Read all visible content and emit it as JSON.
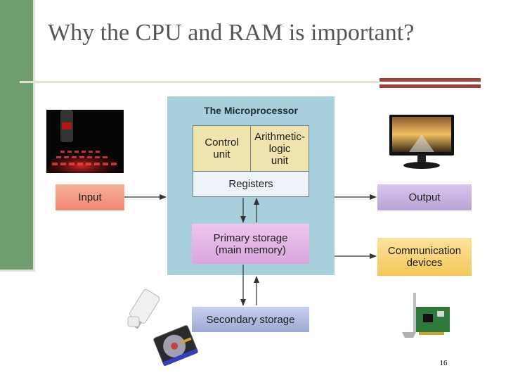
{
  "slide": {
    "title": "Why the CPU and RAM is important?",
    "page_number": "16"
  },
  "diagram": {
    "container_title": "The Microprocessor",
    "control_unit": "Control\nunit",
    "alu": "Arithmetic-\nlogic\nunit",
    "registers": "Registers",
    "primary_storage": "Primary storage\n(main memory)",
    "secondary_storage": "Secondary storage",
    "input": "Input",
    "output": "Output",
    "communication": "Communication\ndevices"
  },
  "colors": {
    "green_bar": "#6f9f6f",
    "accent_red": "#a0413b",
    "microprocessor_bg": "#a9cfdc",
    "cpu_boxes": "#efe4ad",
    "input_box": "#f08874",
    "output_box": "#b9a2d8",
    "communication_box": "#f4c85a",
    "primary_box": "#d9a6dd",
    "secondary_box": "#9ea8d4"
  },
  "images": [
    "projection-keyboard-photo",
    "monitor-photo",
    "usb-flash-drive-photo",
    "hard-drive-photo",
    "network-card-photo"
  ]
}
